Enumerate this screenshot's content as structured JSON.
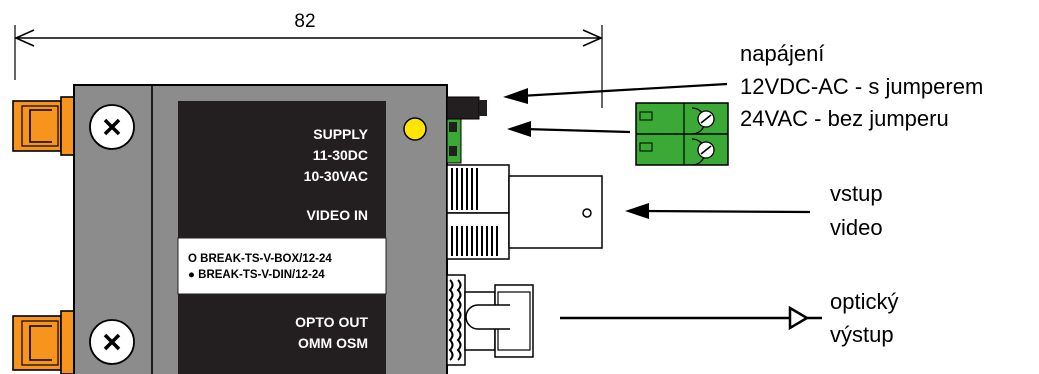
{
  "dimension": {
    "value": "82"
  },
  "panel": {
    "supply_lines": [
      "SUPPLY",
      "11-30DC",
      "10-30VAC"
    ],
    "video_in": "VIDEO IN",
    "variant_box": "O BREAK-TS-V-BOX/12-24",
    "variant_din": "● BREAK-TS-V-DIN/12-24",
    "opto_lines": [
      "OPTO OUT",
      "OMM OSM"
    ]
  },
  "callouts": {
    "power": [
      "napájení",
      "12VDC-AC - s jumperem",
      "24VAC - bez jumperu"
    ],
    "video": [
      "vstup",
      "video"
    ],
    "optical": [
      "optický",
      "výstup"
    ]
  },
  "colors": {
    "case_gray": "#8c8c8c",
    "panel_black": "#231f20",
    "connector_orange": "#f7941d",
    "terminal_green": "#3aa935",
    "led_yellow": "#ffe500"
  }
}
